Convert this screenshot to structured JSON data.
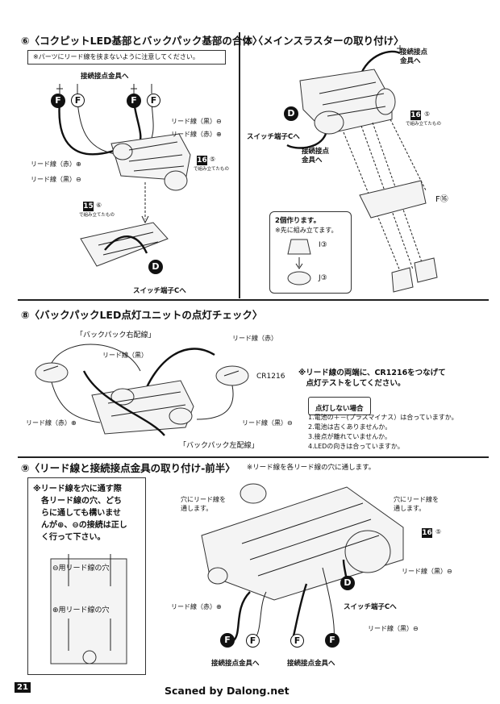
{
  "page_number": "21",
  "credit": "Scaned by Dalong.net",
  "step6": {
    "title": "⑥〈コクピットLED基部とバックパック基部の合体〉",
    "note": "※パーツにリード線を挟まないように注意してください。",
    "label_contacts": "接続接点金具へ",
    "label_black_minus": "リード線（黒）⊖",
    "label_red_plus": "リード線（赤）⊕",
    "label_red_left": "リード線（赤）⊕",
    "label_black_left": "リード線（黒）⊖",
    "part16": "16",
    "part16_step": "⑤",
    "part16_sub": "で組み立てたもの",
    "part15": "15",
    "part15_step": "⑥",
    "part15_sub": "で組み立てたもの",
    "switch_label": "スイッチ端子Cへ",
    "F": "F",
    "D": "D"
  },
  "step7": {
    "title": "⑦〈メインスラスターの取り付け〉",
    "label_contacts_top": "接続接点\n金具へ",
    "label_switch": "スイッチ端子Cへ",
    "label_contacts_mid": "接続接点\n金具へ",
    "part16": "16",
    "part16_step": "⑤",
    "part16_sub": "で組み立てたもの",
    "part_f16": "F⑯",
    "make_two": "2個作ります。",
    "assemble_first": "※先に組み立てます。",
    "part_i": "I③",
    "part_j": "J③",
    "D": "D"
  },
  "step8": {
    "title": "⑧〈バックパックLED点灯ユニットの点灯チェック〉",
    "right_line": "「バックパック右配線」",
    "left_line": "「バックパック左配線」",
    "red_top": "リード線（赤）",
    "black_top": "リード線（黒）",
    "red_left": "リード線（赤）⊕",
    "black_right": "リード線（黒）⊖",
    "battery": "CR1216",
    "instruction": "※リード線の両端に、CR1216をつなげて\n　点灯テストをしてください。",
    "no_light_header": "点灯しない場合",
    "checks": [
      "1.電池の＋－(プラスマイナス）は合っていますか。",
      "2.電池は古くありませんか。",
      "3.接点が離れていませんか。",
      "4.LEDの向きは合っていますか。"
    ]
  },
  "step9": {
    "title": "⑨〈リード線と接続接点金具の取り付け-前半〉",
    "title_note": "※リード線を各リード線の穴に通します。",
    "side_note": "※リード線を穴に通す際\n　各リード線の穴、どち\n　らに通しても構いませ\n　んが⊕、⊖の接続は正し\n　く行って下さい。",
    "minus_hole": "⊖用リード線の穴",
    "plus_hole": "⊕用リード線の穴",
    "hole_left": "穴にリード線を\n通します。",
    "hole_right": "穴にリード線を\n通します。",
    "part16": "16",
    "part16_step": "⑤",
    "black_right": "リード線（黒）⊖",
    "switch": "スイッチ端子Cへ",
    "red_left": "リード線（赤）⊕",
    "black_bottom": "リード線（黒）⊖",
    "contacts_left": "接続接点金具へ",
    "contacts_right": "接続接点金具へ",
    "F": "F",
    "D": "D"
  }
}
